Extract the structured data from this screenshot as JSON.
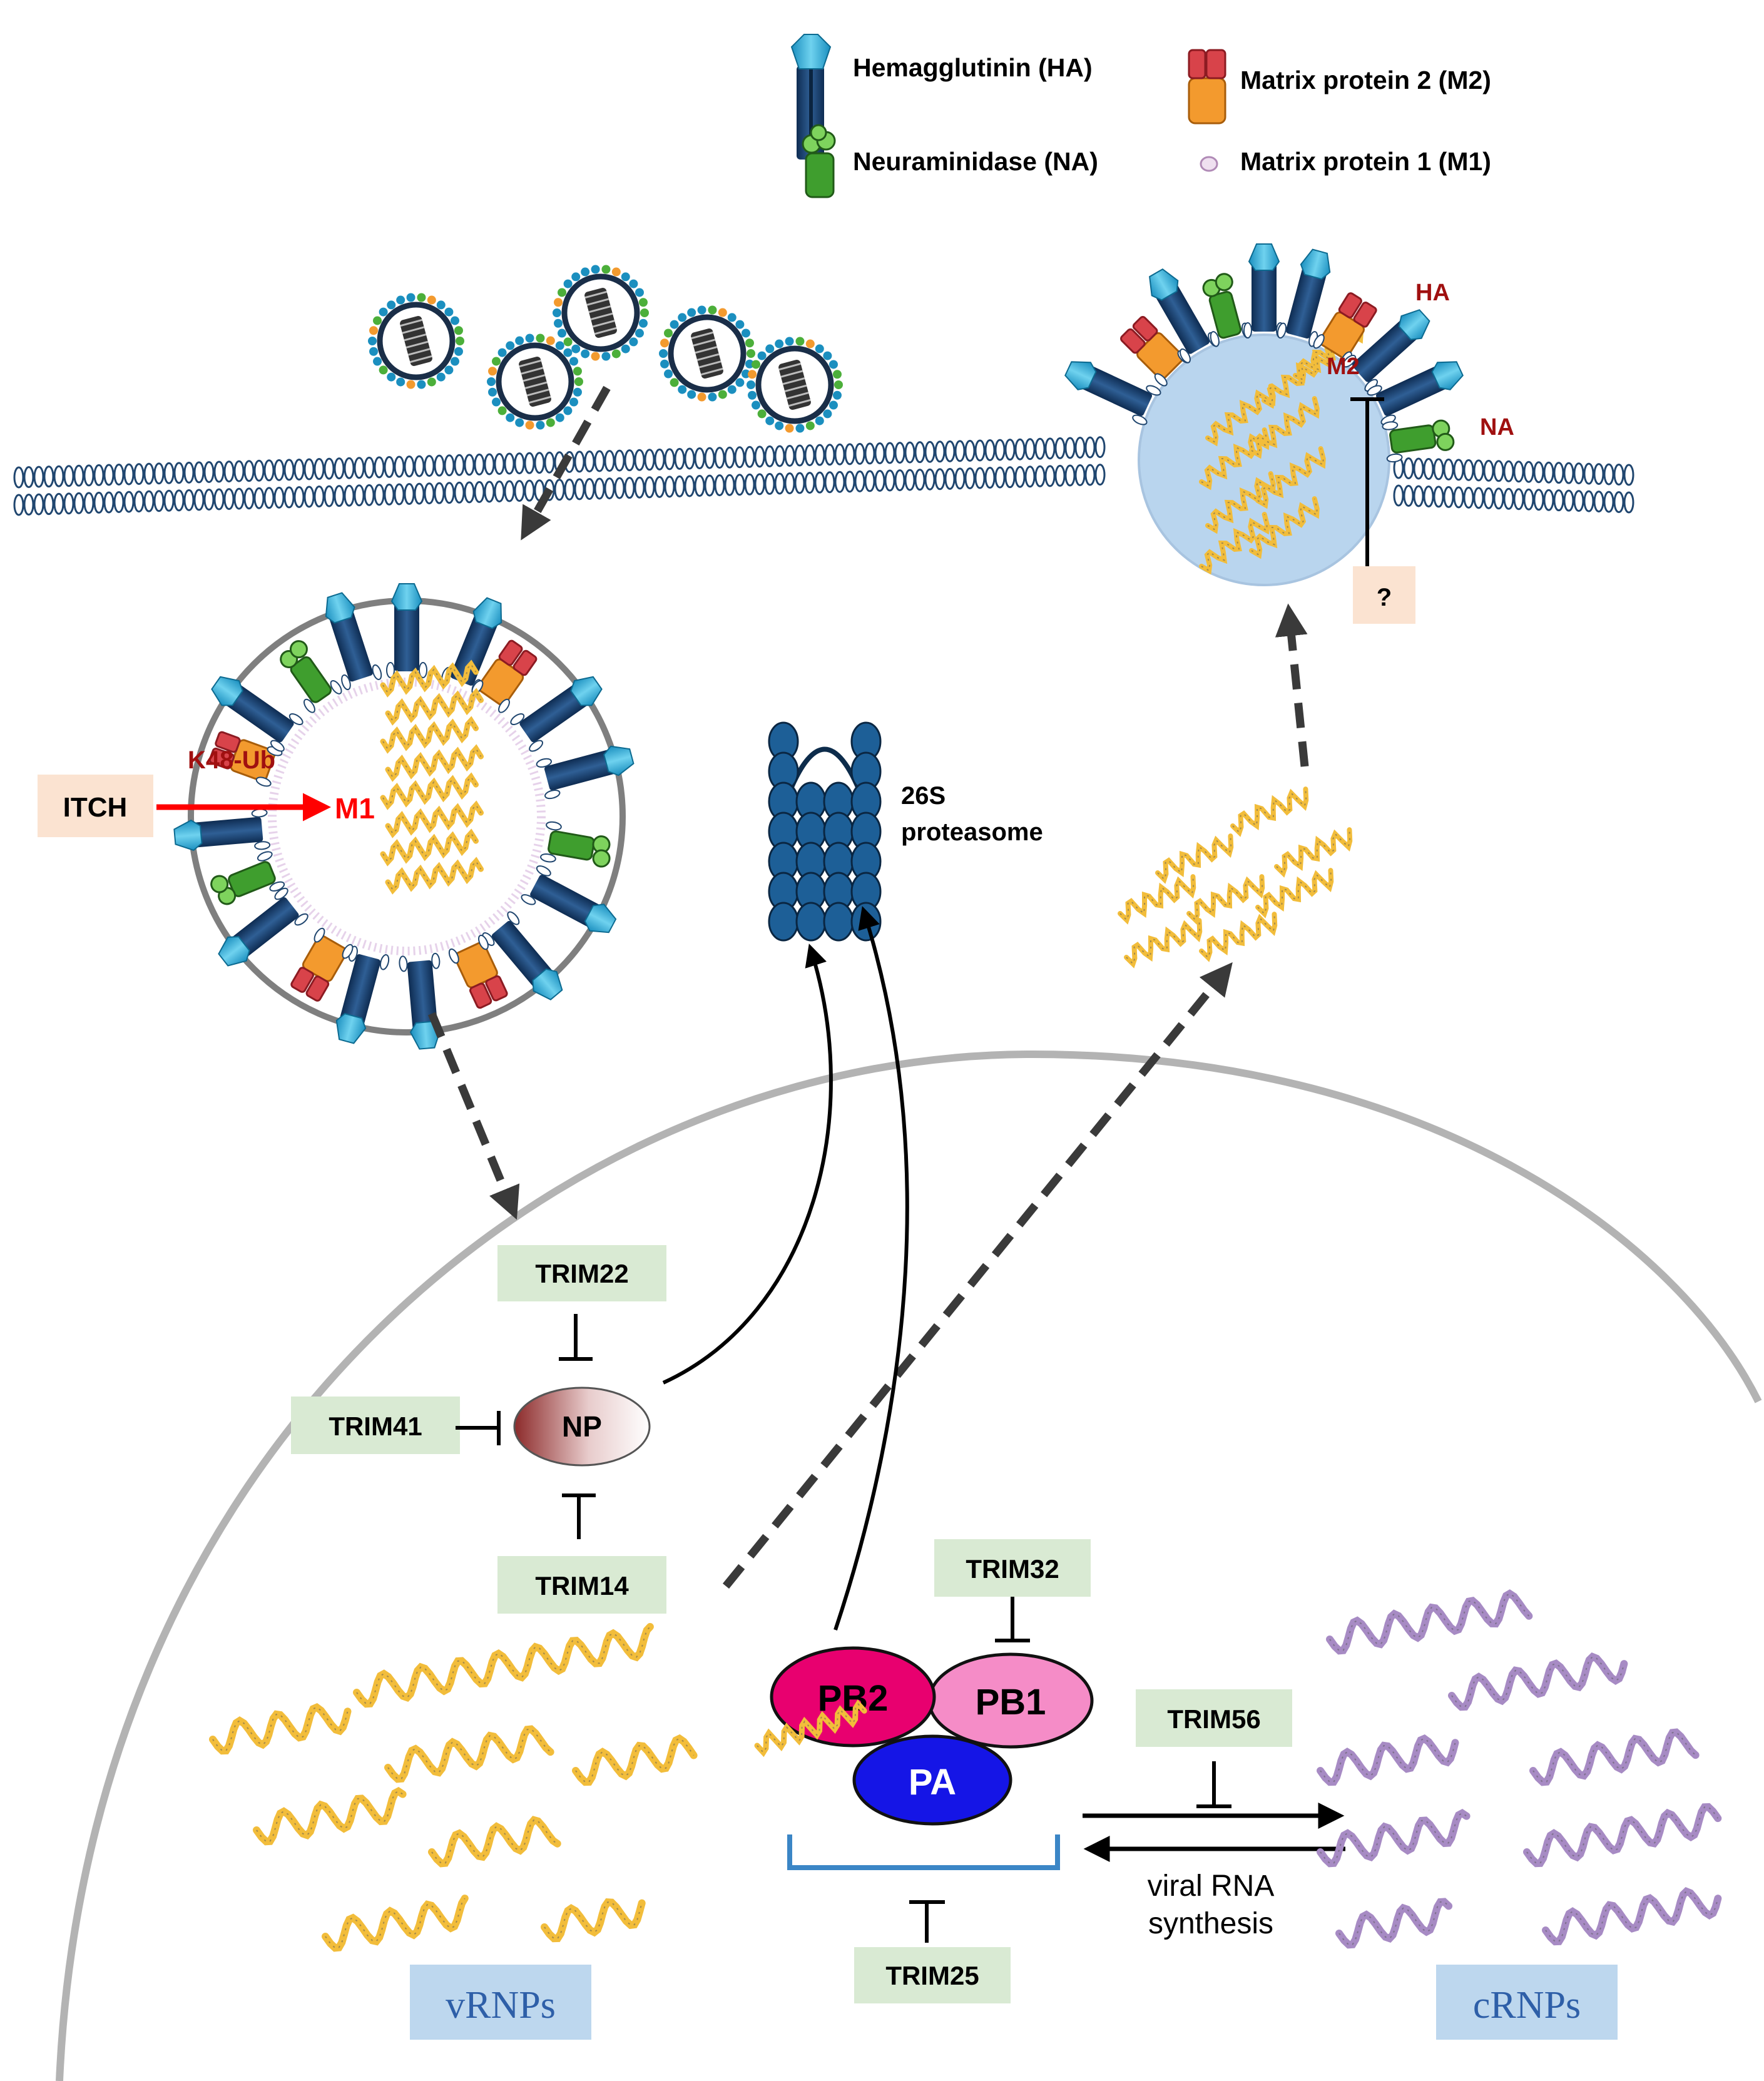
{
  "legend": {
    "ha": "Hemagglutinin (HA)",
    "na": "Neuraminidase (NA)",
    "m2": "Matrix protein 2 (M2)",
    "m1": "Matrix protein 1 (M1)"
  },
  "budding": {
    "ha": "HA",
    "m2": "M2",
    "na": "NA",
    "unknown": "?"
  },
  "endosome": {
    "k48": "K48-Ub",
    "m1": "M1",
    "itch": "ITCH"
  },
  "proteasome": {
    "line1": "26S",
    "line2": "proteasome"
  },
  "nucleus": {
    "np": "NP",
    "trim22": "TRIM22",
    "trim41": "TRIM41",
    "trim14": "TRIM14",
    "trim32": "TRIM32",
    "trim56": "TRIM56",
    "trim25": "TRIM25",
    "pb2": "PB2",
    "pb1": "PB1",
    "pa": "PA",
    "synthesis_line1": "viral RNA",
    "synthesis_line2": "synthesis",
    "vrnps": "vRNPs",
    "crnps": "cRNPs"
  },
  "colors": {
    "ha_dark": "#173b66",
    "ha_cap": "#2aa9d4",
    "na_green": "#4caf3a",
    "m2_orange": "#f39a2e",
    "m2_red": "#d8434a",
    "m1_pink": "#e9d3ea",
    "vrna_yellow": "#f2bd3b",
    "crna_purple": "#a78bc4",
    "trim_box": "#d9ead3",
    "itch_box": "#fbe3d1",
    "label_red": "#a01010",
    "arrow_red": "#ff0000",
    "pb2": "#e8006f",
    "pb1": "#f58cc7",
    "pa": "#1515e6",
    "vesicle": "#b8d4ee",
    "rnp_box": "#bdd7ee",
    "rnp_text": "#2e5fa8"
  }
}
